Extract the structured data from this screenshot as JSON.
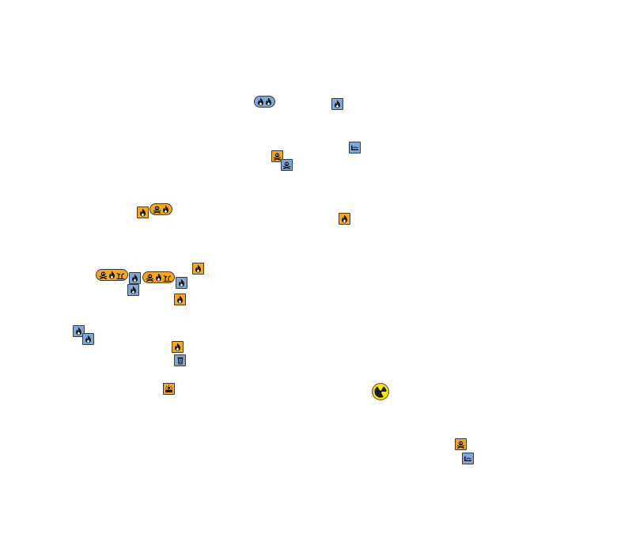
{
  "colors": {
    "orange": "#f5a623",
    "blue": "#7fa8d8",
    "yellow": "#ffe600",
    "glyph": "#1a1a1a",
    "border": "#3a3a3a"
  },
  "markers": [
    {
      "name": "flame-pair-marker",
      "icons": [
        "flame-icon",
        "flame-icon"
      ],
      "color": "blue"
    },
    {
      "name": "flame-marker",
      "icons": [
        "flame-icon"
      ],
      "color": "blue"
    },
    {
      "name": "corrosive-marker",
      "icons": [
        "corrosive-icon"
      ],
      "color": "blue"
    },
    {
      "name": "toxic-marker",
      "icons": [
        "skull-crossbones-icon"
      ],
      "color": "orange"
    },
    {
      "name": "toxic-marker",
      "icons": [
        "skull-crossbones-icon"
      ],
      "color": "blue"
    },
    {
      "name": "flame-marker",
      "icons": [
        "flame-icon"
      ],
      "color": "orange"
    },
    {
      "name": "toxic-flame-pill-marker",
      "icons": [
        "skull-crossbones-icon",
        "flame-icon"
      ],
      "color": "orange"
    },
    {
      "name": "flame-marker",
      "icons": [
        "flame-icon"
      ],
      "color": "orange"
    },
    {
      "name": "flame-marker",
      "icons": [
        "flame-icon"
      ],
      "color": "orange"
    },
    {
      "name": "toxic-flame-environment-pill-marker",
      "icons": [
        "skull-crossbones-icon",
        "flame-icon",
        "environment-icon"
      ],
      "color": "orange"
    },
    {
      "name": "flame-marker",
      "icons": [
        "flame-icon"
      ],
      "color": "blue"
    },
    {
      "name": "toxic-flame-environment-pill-marker",
      "icons": [
        "skull-crossbones-icon",
        "flame-icon",
        "environment-icon"
      ],
      "color": "orange"
    },
    {
      "name": "flame-marker",
      "icons": [
        "flame-icon"
      ],
      "color": "blue"
    },
    {
      "name": "flame-marker",
      "icons": [
        "flame-icon"
      ],
      "color": "blue"
    },
    {
      "name": "flame-marker",
      "icons": [
        "flame-icon"
      ],
      "color": "orange"
    },
    {
      "name": "flame-marker",
      "icons": [
        "flame-icon"
      ],
      "color": "blue"
    },
    {
      "name": "flame-marker",
      "icons": [
        "flame-icon"
      ],
      "color": "blue"
    },
    {
      "name": "flame-marker",
      "icons": [
        "flame-icon"
      ],
      "color": "orange"
    },
    {
      "name": "waste-bin-marker",
      "icons": [
        "waste-bin-icon"
      ],
      "color": "blue"
    },
    {
      "name": "explosive-marker",
      "icons": [
        "explosive-icon"
      ],
      "color": "orange"
    },
    {
      "name": "radiation-marker",
      "icons": [
        "radiation-icon"
      ],
      "color": "yellow"
    },
    {
      "name": "toxic-marker",
      "icons": [
        "skull-crossbones-icon"
      ],
      "color": "orange"
    },
    {
      "name": "corrosive-marker",
      "icons": [
        "corrosive-icon"
      ],
      "color": "blue"
    }
  ]
}
